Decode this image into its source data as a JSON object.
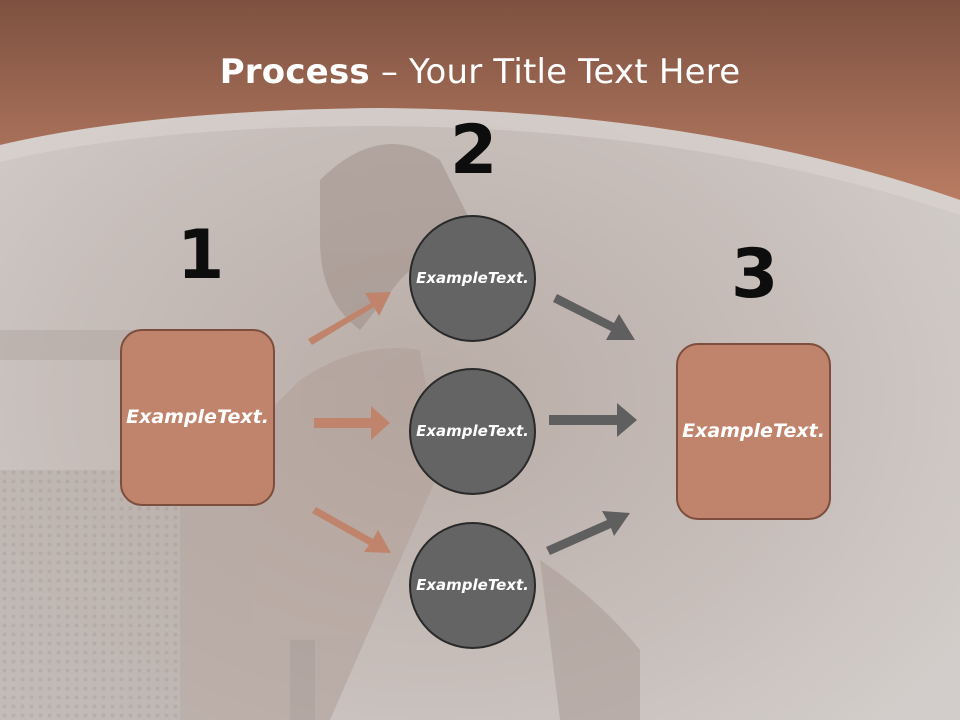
{
  "title": {
    "bold": "Process",
    "rest": " – Your Title Text Here"
  },
  "steps": [
    {
      "number": "1"
    },
    {
      "number": "2"
    },
    {
      "number": "3"
    }
  ],
  "nodes": {
    "left_box": "Example Text.",
    "circle_top": "Example Text.",
    "circle_middle": "Example Text.",
    "circle_bottom": "Example Text.",
    "right_box": "Example Text."
  },
  "colors": {
    "header": "#b47a63",
    "box_fill": "#c0836b",
    "box_border": "#7d4e3d",
    "circle_fill": "#646464",
    "arrow_left": "#c0836b",
    "arrow_right": "#5f5f5f"
  }
}
